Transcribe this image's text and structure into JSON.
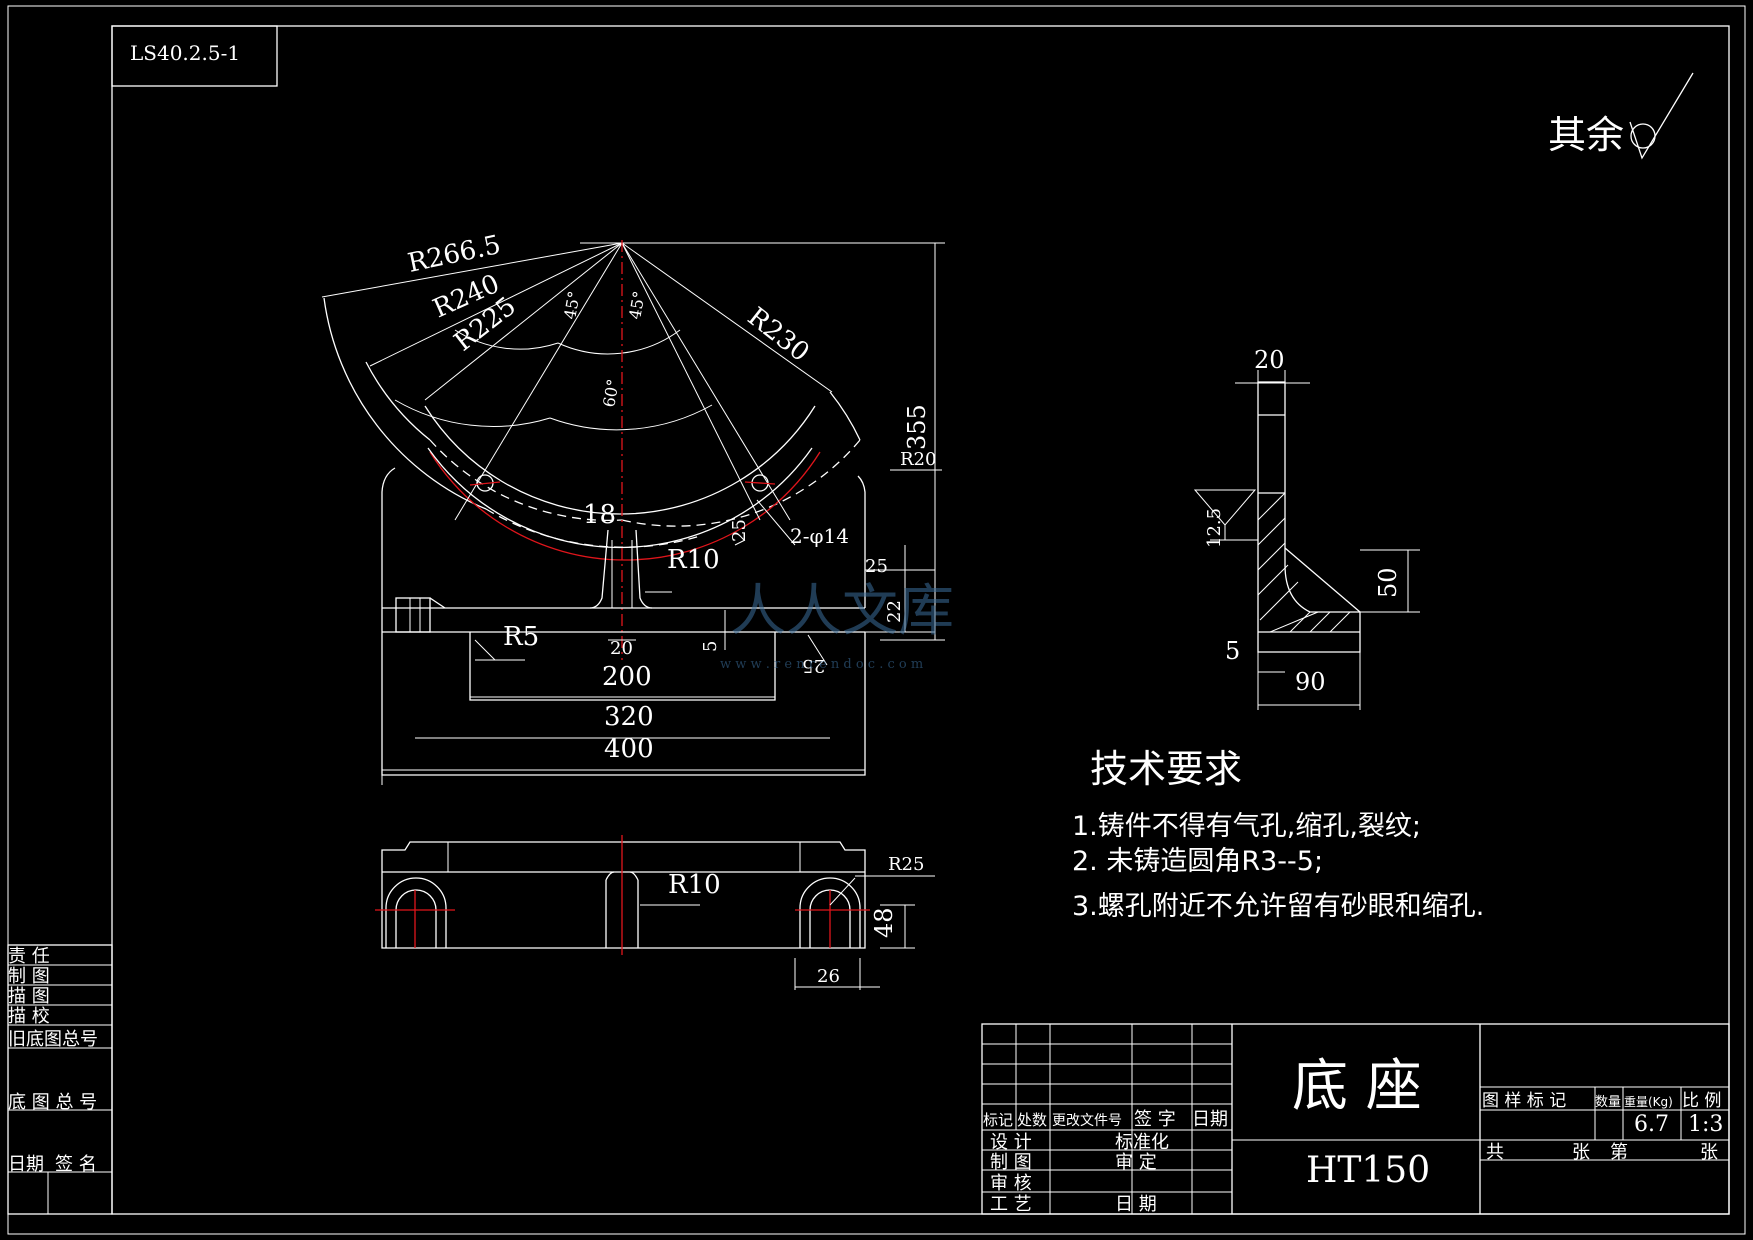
{
  "drawing_code": "LS40.2.5-1",
  "roughness_note": "其余",
  "dims_front": {
    "r266": "R266.5",
    "r240": "R240",
    "r225": "R225",
    "r230": "R230",
    "a45l": "45°",
    "a45r": "45°",
    "a60": "60°",
    "d355": "355",
    "r20": "R20",
    "d18": "18",
    "d25a": "25",
    "holes": "2-φ14",
    "r10": "R10",
    "d25b": "25",
    "d22": "22",
    "r5": "R5",
    "d20": "20",
    "d5": "5",
    "d25c": "25",
    "d200": "200",
    "d320": "320",
    "d400": "400"
  },
  "dims_top": {
    "r10": "R10",
    "r25": "R25",
    "d48": "48",
    "d26": "26"
  },
  "dims_side": {
    "d20": "20",
    "d12_5": "12.5",
    "d50": "50",
    "d5": "5",
    "d90": "90"
  },
  "watermark": {
    "cn": "人人文库",
    "url": "w w w . r e n r e n d o c . c o m"
  },
  "tech": {
    "title": "技术要求",
    "items": [
      "1.铸件不得有气孔,缩孔,裂纹;",
      "2. 未铸造圆角R3--5;",
      "3.螺孔附近不允许留有砂眼和缩孔."
    ]
  },
  "left_strip": [
    "责 任",
    "制 图",
    "描 图",
    "描 校",
    "旧底图总号",
    "底 图 总 号",
    "日期",
    "签 名"
  ],
  "title_block": {
    "part_name": "底 座",
    "material": "HT150",
    "rev_header": [
      "标记",
      "处数",
      "更改文件号",
      "签 字",
      "日期"
    ],
    "roles_left": [
      "设 计",
      "制 图",
      "审 核",
      "工 艺"
    ],
    "roles_right": [
      "标准化",
      "审 定",
      "日 期"
    ],
    "info_header": [
      "图 样 标 记",
      "数量",
      "重量(Kg)",
      "比 例"
    ],
    "weight": "6.7",
    "scale": "1:3",
    "sheet": [
      "共",
      "张",
      "第",
      "张"
    ]
  }
}
